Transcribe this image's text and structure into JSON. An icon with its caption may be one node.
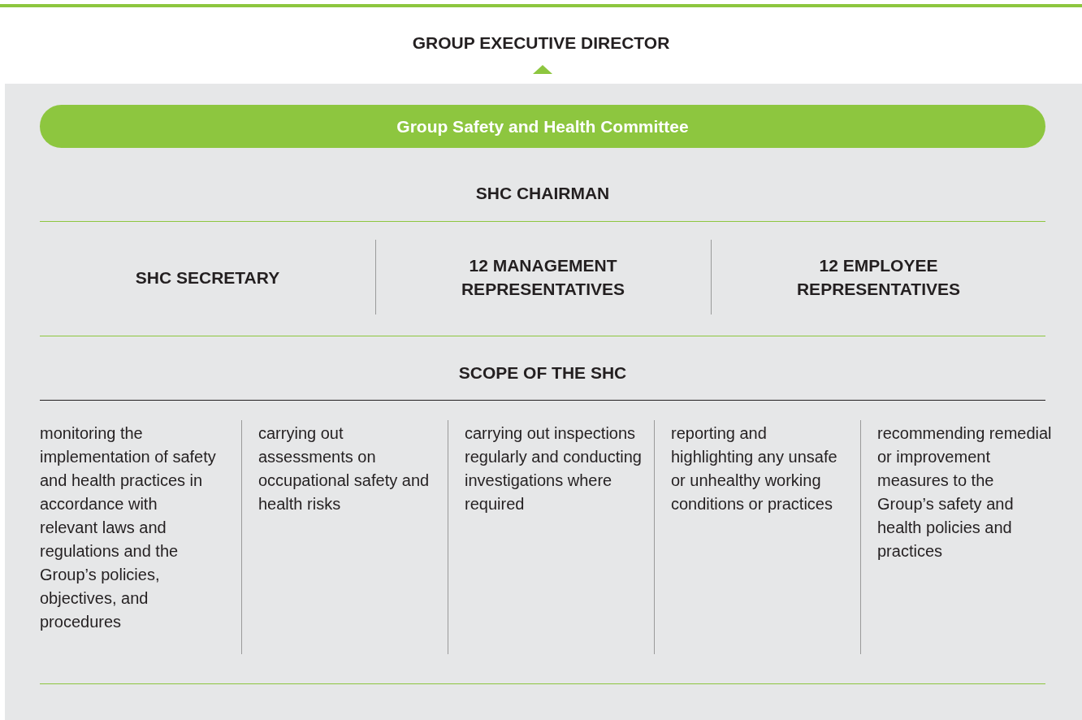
{
  "diagram": {
    "nodes": [
      {
        "text": [
          "GROUP EXECUTIVE DIRECTOR"
        ]
      },
      {
        "text": [],
        "shape": "box"
      },
      {
        "text": [
          "Group Safety and Health Committee"
        ],
        "in": 1
      }
    ],
    "edges": [
      {
        "from": 1,
        "to": 0,
        "arrow": "to"
      }
    ],
    "labels": [
      "SHC CHAIRMAN",
      "SHC SECRETARY",
      "12 MANAGEMENT REPRESENTATIVES",
      "12 EMPLOYEE REPRESENTATIVES",
      "SCOPE OF THE SHC",
      "monitoring the implementation of safety and health practices in accordance with relevant laws and regulations and the Group’s policies, objectives, and procedures",
      "carrying out assessments on occupational safety and health risks",
      "carrying out inspections regularly and conducting investigations where required",
      "reporting and highlighting any unsafe or unhealthy working conditions or practices",
      "recommending remedial or improvement measures to the Group’s safety and health policies and practices"
    ]
  }
}
